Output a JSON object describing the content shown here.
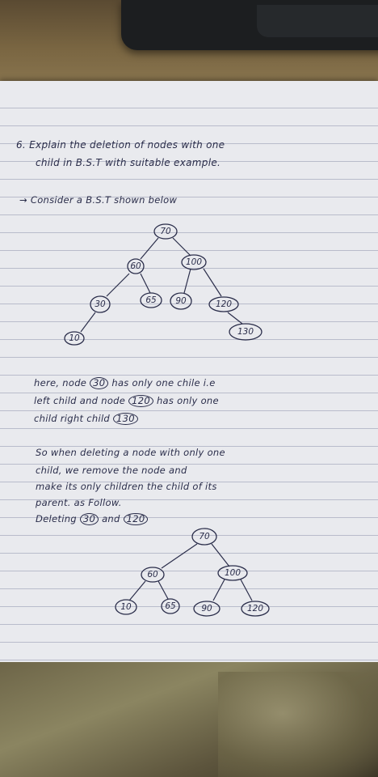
{
  "heading": {
    "line1": "6. Explain   the   deletion  of  nodes   with  one",
    "line2": "child   in   B.S.T        with       suitable  example."
  },
  "intro": "→ Consider    a     B.S.T     shown     below",
  "tree1": {
    "nodes": {
      "n70": "70",
      "n60": "60",
      "n100": "100",
      "n30": "30",
      "n65": "65",
      "n90": "90",
      "n120": "120",
      "n10": "10",
      "n130": "130"
    }
  },
  "para1": {
    "l1a": "here,    node",
    "l1b": "30",
    "l1c": "has   only  one  chile  i.e",
    "l2a": "left  child    and  node",
    "l2b": "120",
    "l2c": "has   only  one",
    "l3a": "child          right  child",
    "l3b": "130"
  },
  "para2": {
    "l1": "So  when   deleting    a   node   with only   one",
    "l2": "child,    we             remove     the     node     and",
    "l3": "make    its       only  children      the   child  of  its",
    "l4": "parent.  as          Follow.",
    "l5a": "Deleting",
    "l5b": "30",
    "l5c": "and",
    "l5d": "120"
  },
  "tree2": {
    "nodes": {
      "n70": "70",
      "n60": "60",
      "n100": "100",
      "n10": "10",
      "n65": "65",
      "n90": "90",
      "n120": "120"
    }
  }
}
